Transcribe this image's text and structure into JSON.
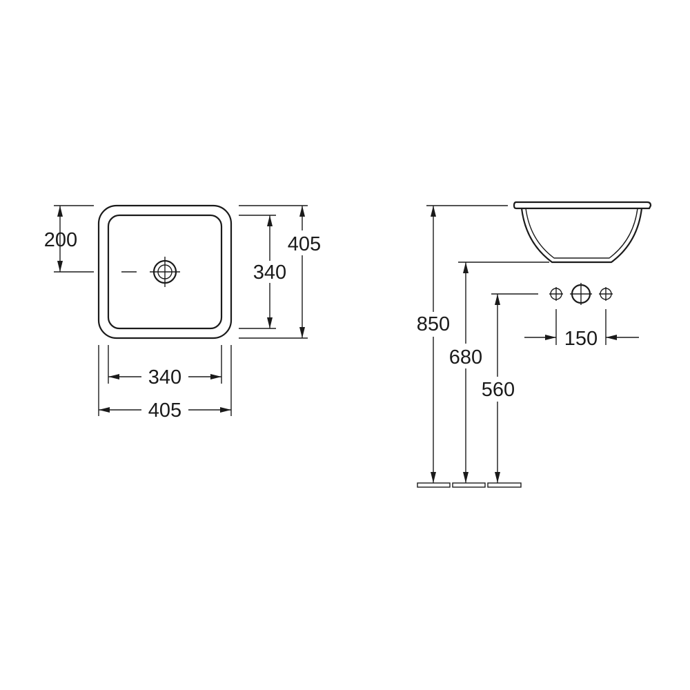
{
  "plan_view": {
    "drain_offset": "200",
    "inner_depth": "340",
    "outer_depth": "405",
    "inner_width": "340",
    "outer_width": "405"
  },
  "side_view": {
    "rim_height": "850",
    "bowl_bottom_height": "680",
    "tap_height": "560",
    "tap_spacing": "150"
  },
  "colors": {
    "line": "#1a1a1a",
    "background": "#ffffff"
  }
}
